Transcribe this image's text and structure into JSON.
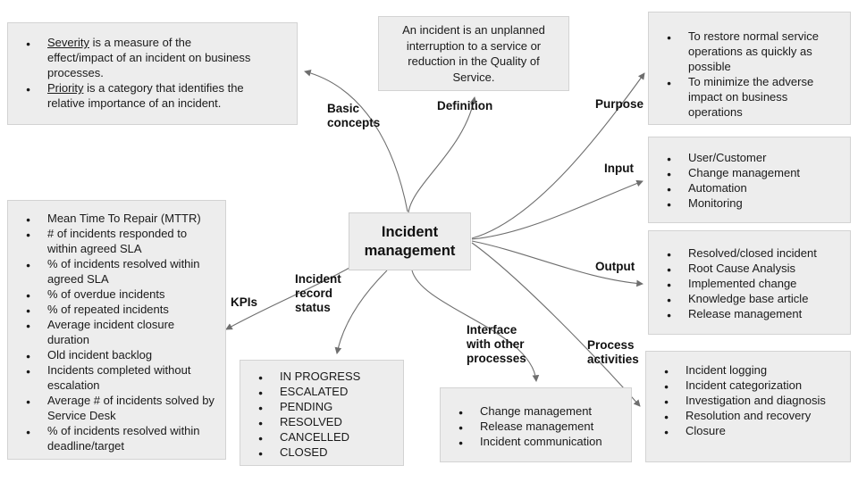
{
  "center": {
    "title": "Incident management"
  },
  "branches": {
    "basic_concepts": {
      "label": "Basic concepts",
      "items": [
        {
          "u": "Severity",
          "text": " is a measure of the effect/impact of an incident on business processes."
        },
        {
          "u": "Priority",
          "text": " is a category that identifies the relative importance of an incident."
        }
      ]
    },
    "definition": {
      "label": "Definition",
      "text": "An incident is an unplanned interruption to a service or reduction in the Quality of Service."
    },
    "purpose": {
      "label": "Purpose",
      "items": [
        "To restore normal service operations as quickly as possible",
        "To minimize the adverse impact on business operations"
      ]
    },
    "input": {
      "label": "Input",
      "items": [
        "User/Customer",
        "Change management",
        "Automation",
        "Monitoring"
      ]
    },
    "output": {
      "label": "Output",
      "items": [
        "Resolved/closed incident",
        "Root Cause Analysis",
        "Implemented change",
        "Knowledge base article",
        "Release management"
      ]
    },
    "process_activities": {
      "label": "Process activities",
      "items": [
        "Incident logging",
        "Incident categorization",
        "Investigation and diagnosis",
        "Resolution and recovery",
        "Closure"
      ]
    },
    "interface": {
      "label": "Interface with other processes",
      "items": [
        "Change management",
        "Release management",
        "Incident communication"
      ]
    },
    "status": {
      "label": "Incident record status",
      "items": [
        "IN PROGRESS",
        "ESCALATED",
        "PENDING",
        "RESOLVED",
        "CANCELLED",
        "CLOSED"
      ]
    },
    "kpis": {
      "label": "KPIs",
      "items": [
        "Mean Time To Repair (MTTR)",
        "# of incidents responded to within agreed SLA",
        "% of incidents resolved within agreed SLA",
        "% of overdue incidents",
        "% of repeated incidents",
        "Average incident closure duration",
        "Old incident backlog",
        "Incidents completed without escalation",
        "Average # of incidents solved by Service Desk",
        "% of incidents resolved within deadline/target"
      ]
    }
  },
  "colors": {
    "box_fill": "#ededed",
    "box_border": "#d3d3d3",
    "connector_line": "#6e6e6e",
    "text": "#1a1a1a"
  }
}
